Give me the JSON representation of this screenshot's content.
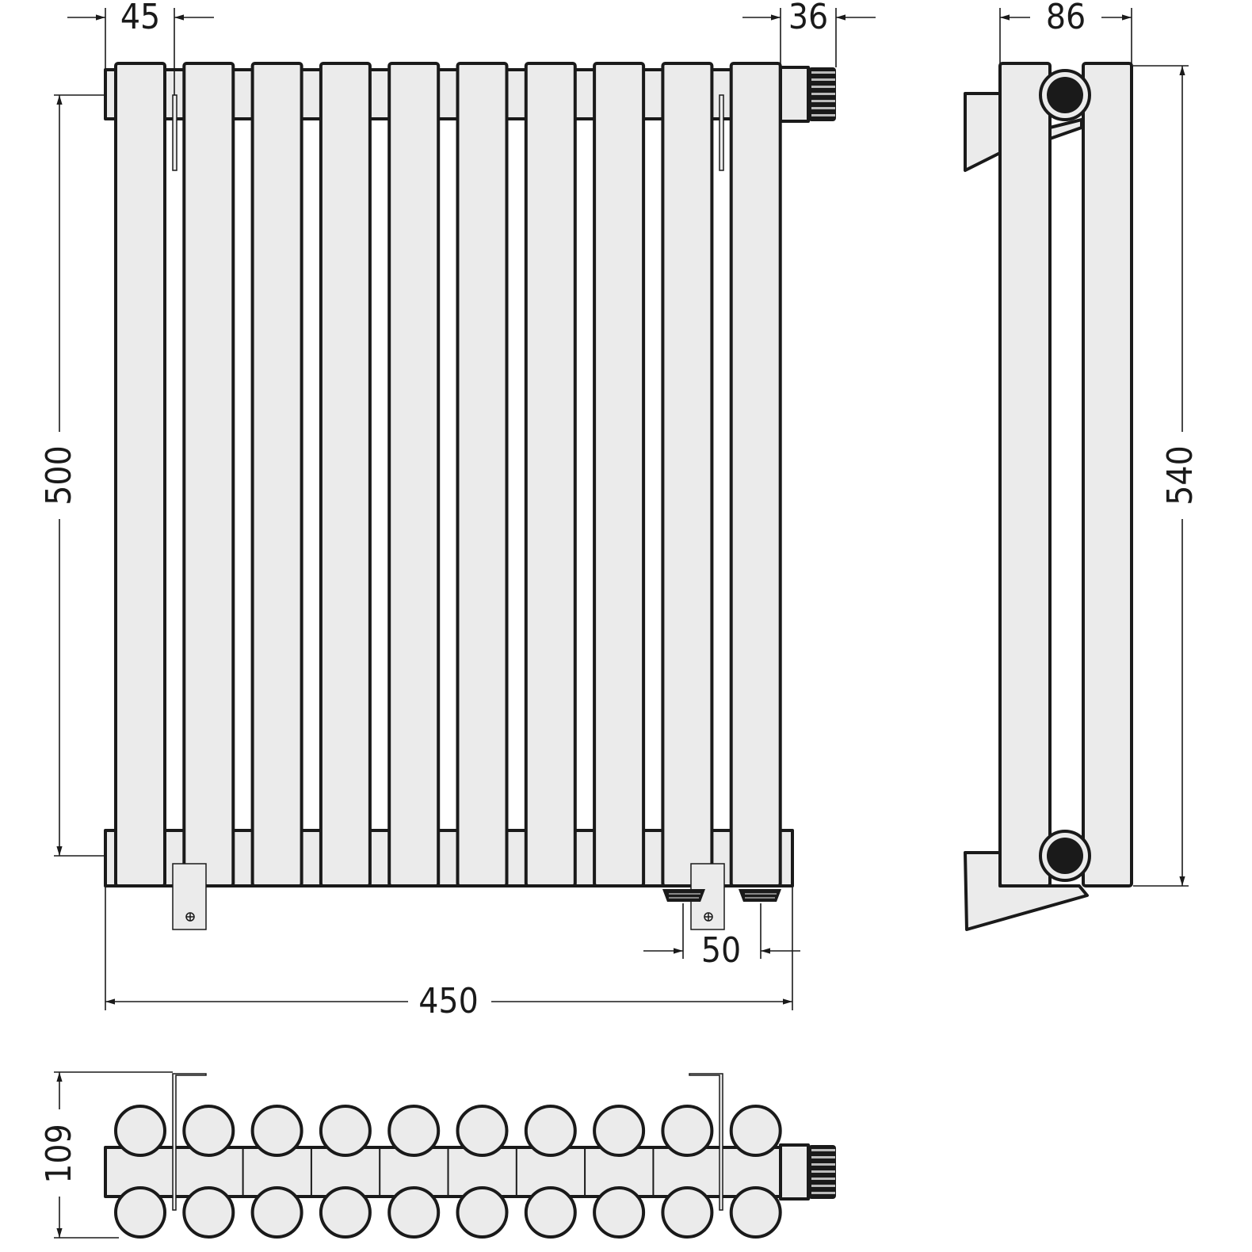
{
  "drawing": {
    "tube_count": 10,
    "colors": {
      "fill": "#ebebeb",
      "stroke": "#1a1a1a"
    },
    "dimensions": {
      "tube_pitch": "45",
      "endcap_length": "36",
      "axis_height": "500",
      "total_width": "450",
      "valve_offset": "50",
      "depth_side": "86",
      "total_height": "540",
      "depth_top": "109"
    }
  }
}
